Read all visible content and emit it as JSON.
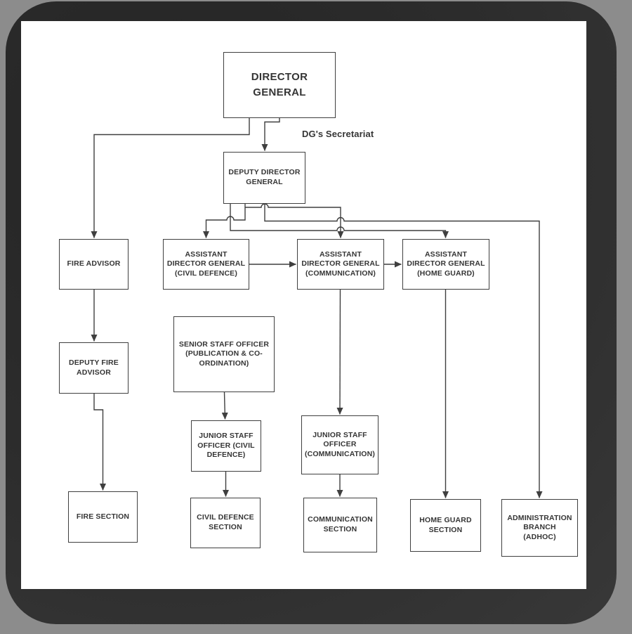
{
  "diagram": {
    "secretariat_label": "DG's Secretariat",
    "colors": {
      "line": "#3f3f3f",
      "box_border": "#3f3f3f",
      "text": "#353535",
      "page": "#ffffff",
      "frame": "#2d2d2d",
      "backdrop": "#8c8c8c"
    },
    "nodes": [
      {
        "id": "director-general",
        "label": "DIRECTOR\nGENERAL"
      },
      {
        "id": "deputy-director-general",
        "label": "DEPUTY DIRECTOR\nGENERAL"
      },
      {
        "id": "fire-advisor",
        "label": "FIRE ADVISOR"
      },
      {
        "id": "adg-civil-defence",
        "label": "ASSISTANT\nDIRECTOR GENERAL\n(CIVIL DEFENCE)"
      },
      {
        "id": "adg-communication",
        "label": "ASSISTANT\nDIRECTOR GENERAL\n(COMMUNICATION)"
      },
      {
        "id": "adg-home-guard",
        "label": "ASSISTANT\nDIRECTOR GENERAL\n(HOME GUARD)"
      },
      {
        "id": "deputy-fire-advisor",
        "label": "DEPUTY FIRE\nADVISOR"
      },
      {
        "id": "senior-staff-officer",
        "label": "SENIOR STAFF OFFICER\n(PUBLICATION & CO-\nORDINATION)"
      },
      {
        "id": "jso-civil-defence",
        "label": "JUNIOR STAFF\nOFFICER (CIVIL\nDEFENCE)"
      },
      {
        "id": "jso-communication",
        "label": "JUNIOR STAFF\nOFFICER\n(COMMUNICATION)"
      },
      {
        "id": "fire-section",
        "label": "FIRE SECTION"
      },
      {
        "id": "civil-defence-section",
        "label": "CIVIL DEFENCE\nSECTION"
      },
      {
        "id": "communication-section",
        "label": "COMMUNICATION\nSECTION"
      },
      {
        "id": "home-guard-section",
        "label": "HOME GUARD\nSECTION"
      },
      {
        "id": "administration-branch",
        "label": "ADMINISTRATION\nBRANCH\n(ADHOC)"
      }
    ],
    "edges": [
      {
        "from": "director-general",
        "to": "deputy-director-general"
      },
      {
        "from": "director-general",
        "to": "fire-advisor"
      },
      {
        "from": "deputy-director-general",
        "to": "adg-civil-defence"
      },
      {
        "from": "deputy-director-general",
        "to": "adg-communication"
      },
      {
        "from": "deputy-director-general",
        "to": "adg-home-guard"
      },
      {
        "from": "deputy-director-general",
        "to": "administration-branch"
      },
      {
        "from": "adg-civil-defence",
        "to": "adg-communication"
      },
      {
        "from": "adg-communication",
        "to": "adg-home-guard"
      },
      {
        "from": "fire-advisor",
        "to": "deputy-fire-advisor"
      },
      {
        "from": "deputy-fire-advisor",
        "to": "fire-section"
      },
      {
        "from": "senior-staff-officer",
        "to": "jso-civil-defence"
      },
      {
        "from": "jso-civil-defence",
        "to": "civil-defence-section"
      },
      {
        "from": "adg-communication",
        "to": "jso-communication"
      },
      {
        "from": "jso-communication",
        "to": "communication-section"
      },
      {
        "from": "adg-home-guard",
        "to": "home-guard-section"
      }
    ]
  }
}
